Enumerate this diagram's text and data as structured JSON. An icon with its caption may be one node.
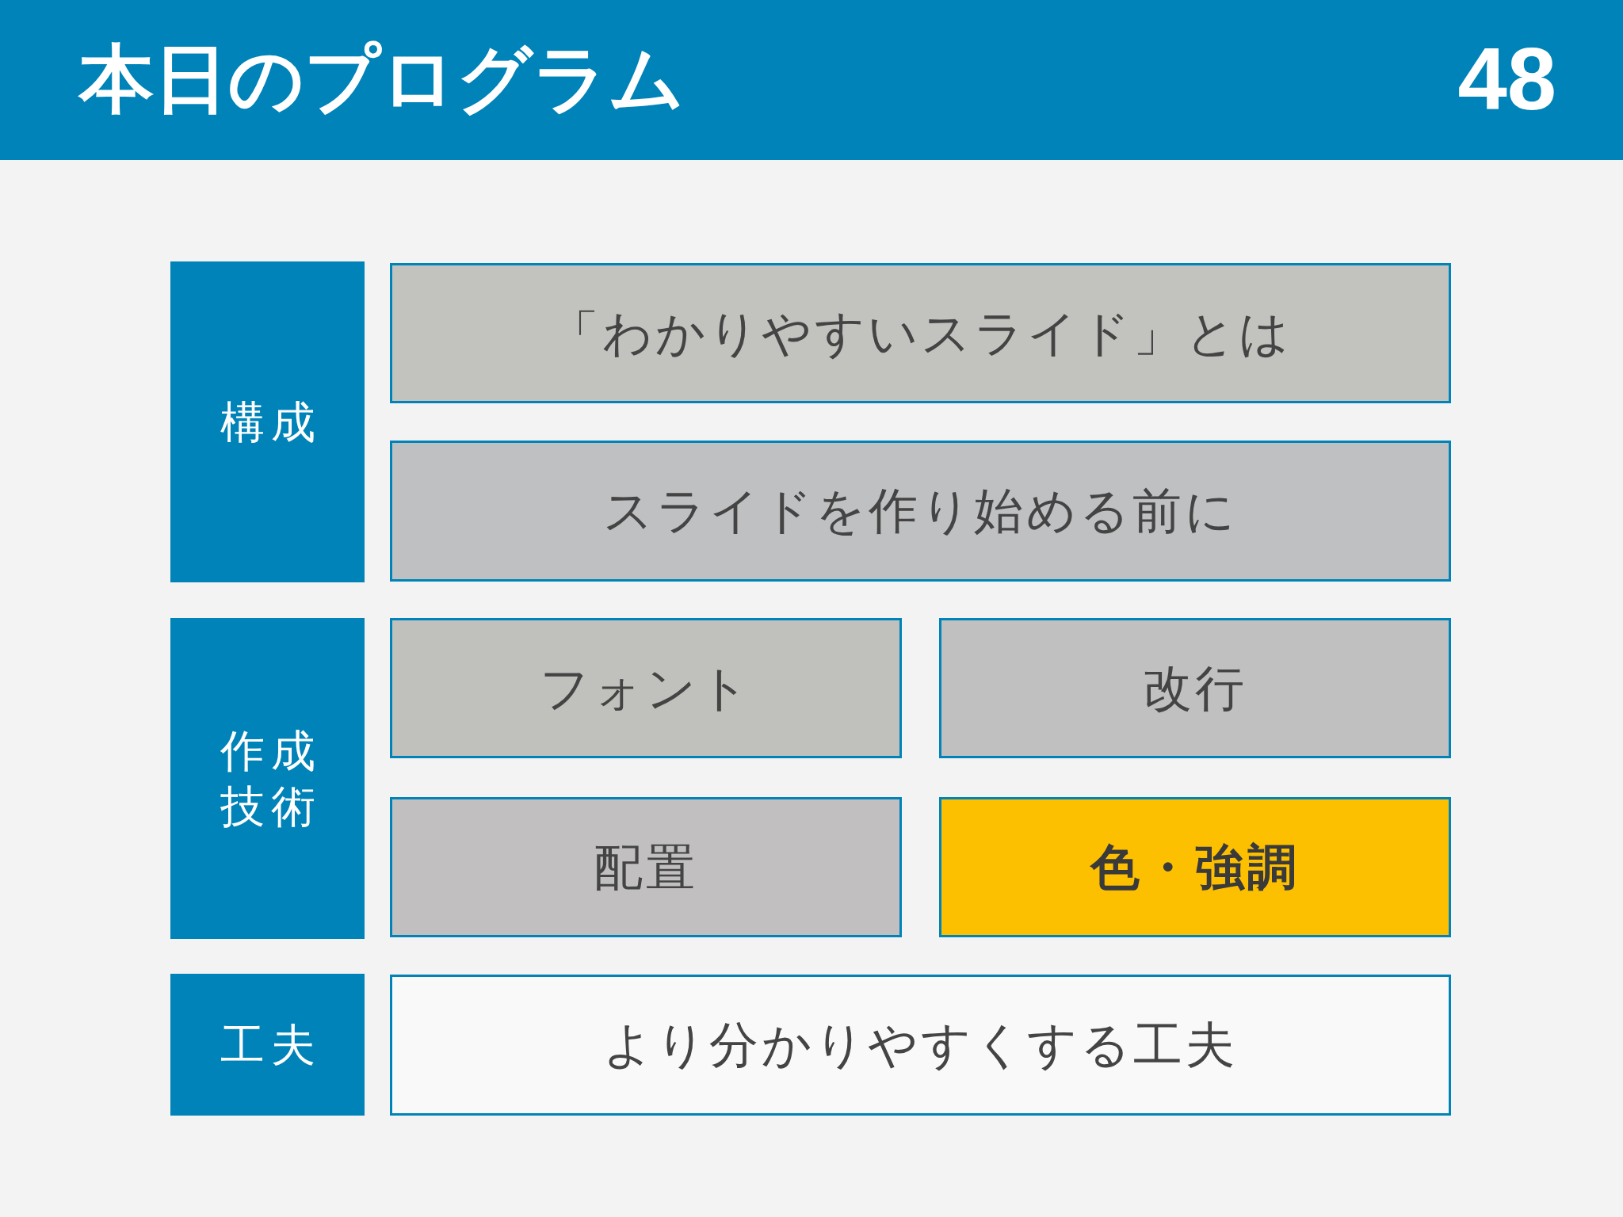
{
  "diagram": {
    "title": "本日のプログラム",
    "nodes": [
      {
        "text": [
          "構成"
        ]
      },
      {
        "text": [
          "「わかりやすいスライド」とは"
        ]
      },
      {
        "text": [
          "スライドを作り始める前に"
        ]
      },
      {
        "text": [
          "作成技術"
        ]
      },
      {
        "text": [
          "フォント"
        ]
      },
      {
        "text": [
          "改行"
        ]
      },
      {
        "text": [
          "配置"
        ]
      },
      {
        "text": [
          "色・強調"
        ]
      },
      {
        "text": [
          "工夫"
        ]
      },
      {
        "text": [
          "より分かりやすくする工夫"
        ]
      }
    ],
    "labels": [
      "48"
    ]
  }
}
